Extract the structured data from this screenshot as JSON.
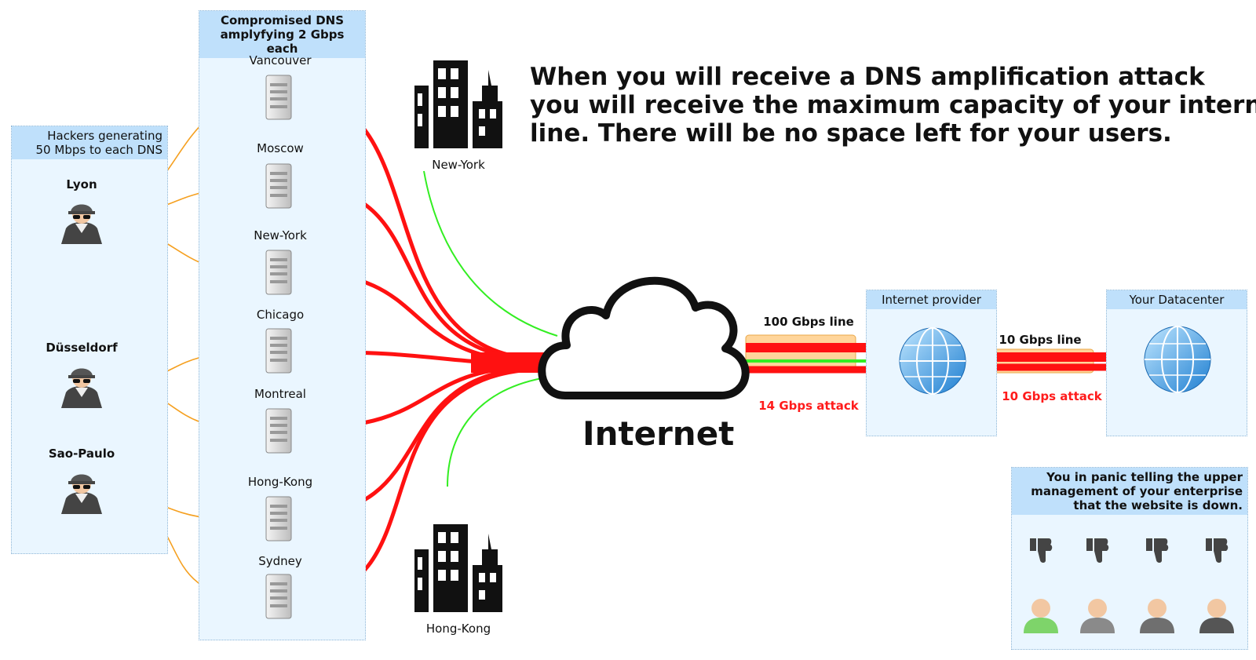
{
  "headline": {
    "line1": "When you will receive a DNS amplification attack",
    "line2": "you will receive the maximum capacity of your internet",
    "line3": "line. There will be no space left for your users."
  },
  "hackers_panel": {
    "title_line1": "Hackers generating",
    "title_line2": "50 Mbps to each DNS",
    "hackers": [
      {
        "name": "Lyon"
      },
      {
        "name": "Düsseldorf"
      },
      {
        "name": "Sao-Paulo"
      }
    ]
  },
  "dns_panel": {
    "title_line1": "Compromised DNS",
    "title_line2": "amplyfying 2 Gbps each",
    "servers": [
      "Vancouver",
      "Moscow",
      "New-York",
      "Chicago",
      "Montreal",
      "Hong-Kong",
      "Sydney"
    ]
  },
  "cities": {
    "top": "New-York",
    "bottom": "Hong-Kong"
  },
  "internet": {
    "label": "Internet",
    "line_label": "100 Gbps line",
    "attack_label": "14 Gbps attack"
  },
  "provider": {
    "title": "Internet provider",
    "line_label": "10 Gbps line",
    "attack_label": "10 Gbps attack"
  },
  "datacenter": {
    "title": "Your Datacenter"
  },
  "panic_panel": {
    "line1": "You in panic telling the upper",
    "line2": "management of your enterprise",
    "line3": "that the website is down."
  },
  "colors": {
    "attack": "#ff1111",
    "legit": "#33ee22",
    "hacker_link": "#f5a020",
    "panel_bg": "#eaf6ff",
    "panel_head": "#bfe0fb"
  },
  "icons": {
    "hacker": "hacker-icon",
    "server": "server-icon",
    "building": "building-icon",
    "cloud": "cloud-icon",
    "globe": "globe-icon",
    "thumbs_down": "thumbs-down-icon",
    "person": "person-icon"
  }
}
